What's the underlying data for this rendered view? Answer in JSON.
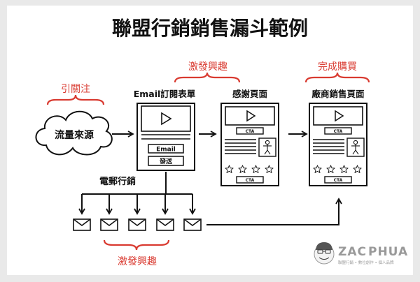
{
  "title": "聯盟行銷銷售漏斗範例",
  "traffic_source": "流量來源",
  "stages": {
    "attract": "引關注",
    "interest_top": "激發興趣",
    "purchase": "完成購買",
    "interest_bottom": "激發興趣"
  },
  "pages": {
    "email_form": {
      "title": "Email訂閱表單",
      "email_button": "Email",
      "send_button": "發送"
    },
    "thank_you": {
      "title": "感謝頁面",
      "cta": "CTA"
    },
    "vendor_sales": {
      "title": "廠商銷售頁面",
      "cta": "CTA"
    }
  },
  "email_marketing": "電郵行銷",
  "brand": {
    "name_part1": "ZAC",
    "name_part2": "PHUA",
    "tagline": "聯盟行銷 • 數位創作 • 個人品牌"
  },
  "colors": {
    "accent_red": "#d93a30",
    "ink": "#111111",
    "background": "#ffffff",
    "brand_gray": "#9a9a9a"
  },
  "icons": {
    "video": "play-icon",
    "star": "star-icon",
    "person": "person-icon",
    "envelope": "envelope-icon",
    "cloud": "cloud-shape"
  }
}
